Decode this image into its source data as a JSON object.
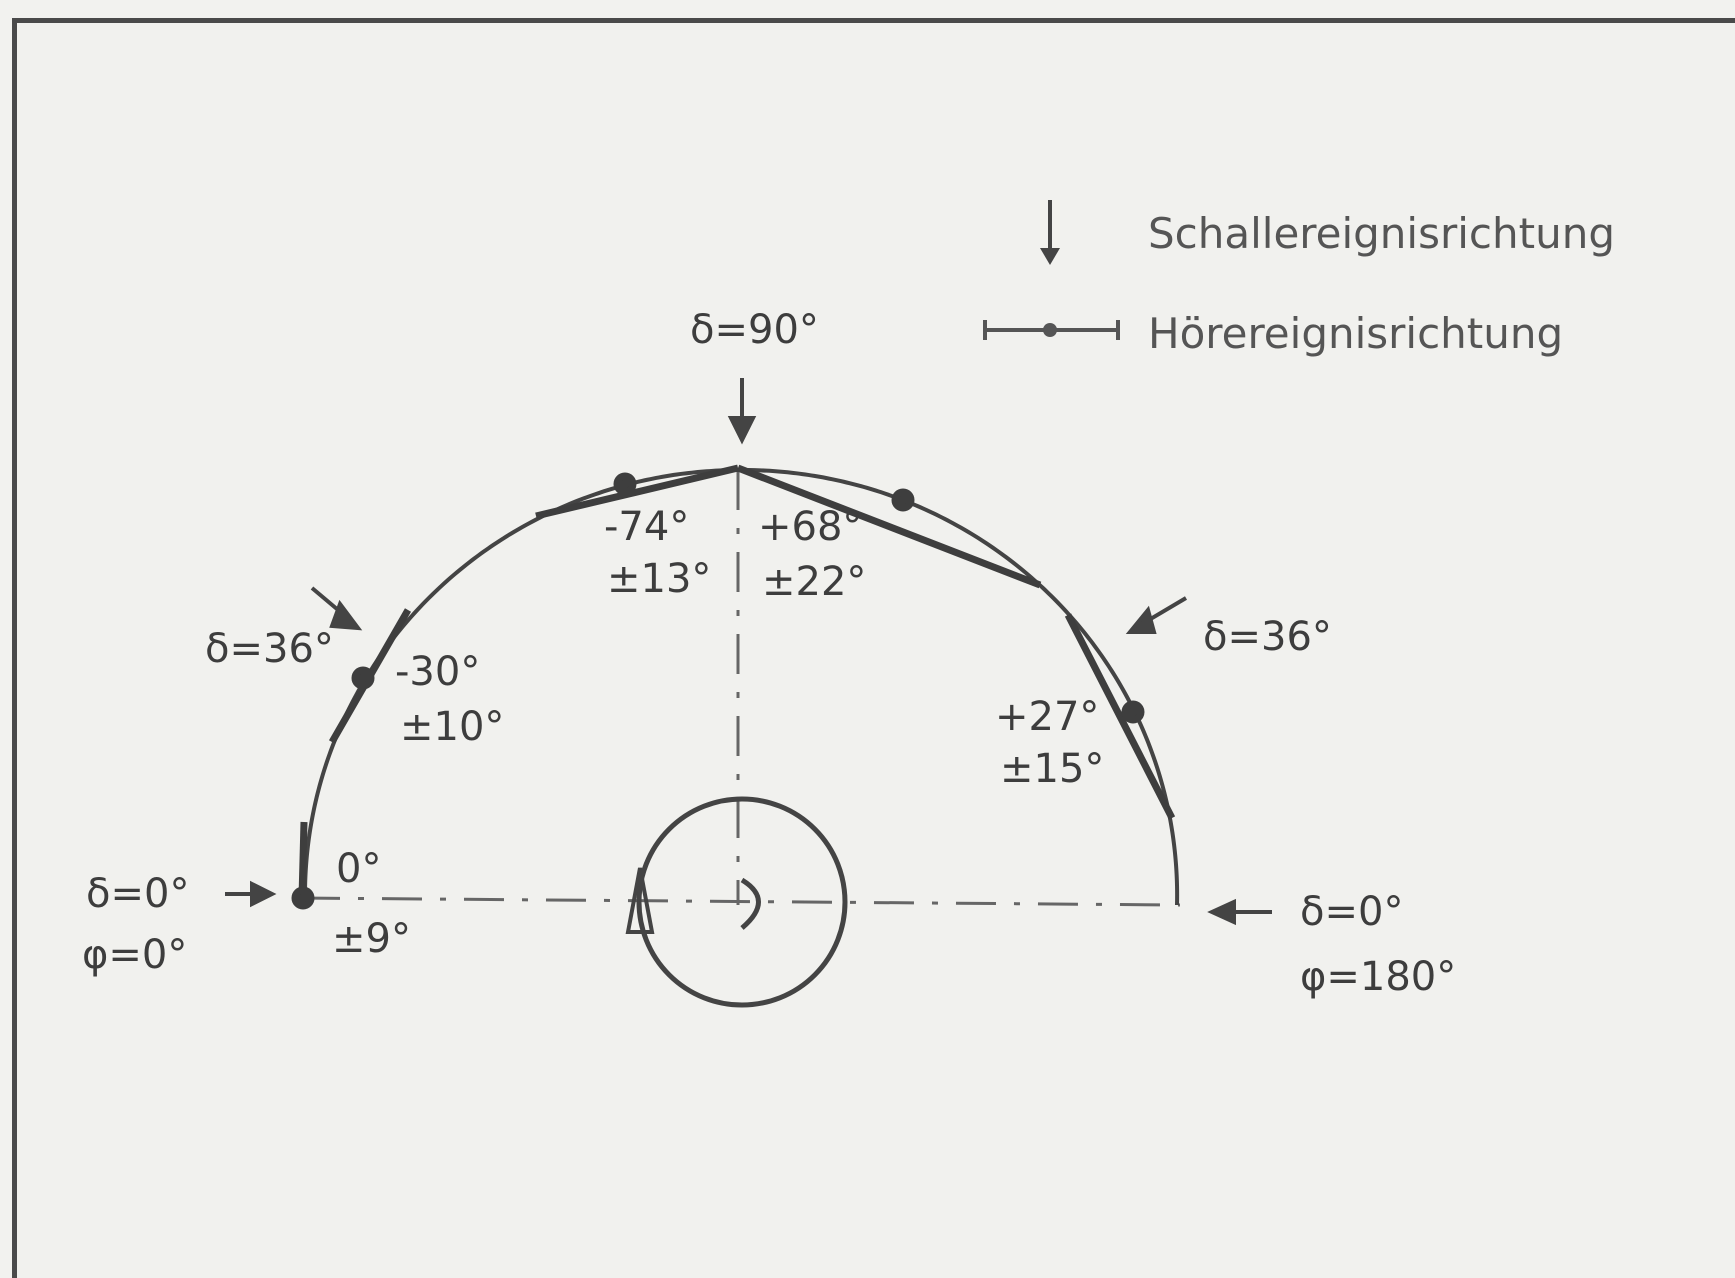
{
  "legend": {
    "sound_event": "Schallereignisrichtung",
    "auditory_event": "Hörereignisrichtung"
  },
  "labels": {
    "delta_top": "δ=90°",
    "delta_left36": "δ=36°",
    "delta_right36": "δ=36°",
    "delta_left0": "δ=0°",
    "phi_left0": "φ=0°",
    "delta_right0": "δ=0°",
    "phi_right180": "φ=180°"
  },
  "measurements": {
    "m0": {
      "value": "0°",
      "spread": "±9°"
    },
    "m36l": {
      "value": "-30°",
      "spread": "±10°"
    },
    "m90l": {
      "value": "-74°",
      "spread": "±13°"
    },
    "m90r": {
      "value": "+68°",
      "spread": "±22°"
    },
    "m36r": {
      "value": "+27°",
      "spread": "±15°"
    }
  }
}
